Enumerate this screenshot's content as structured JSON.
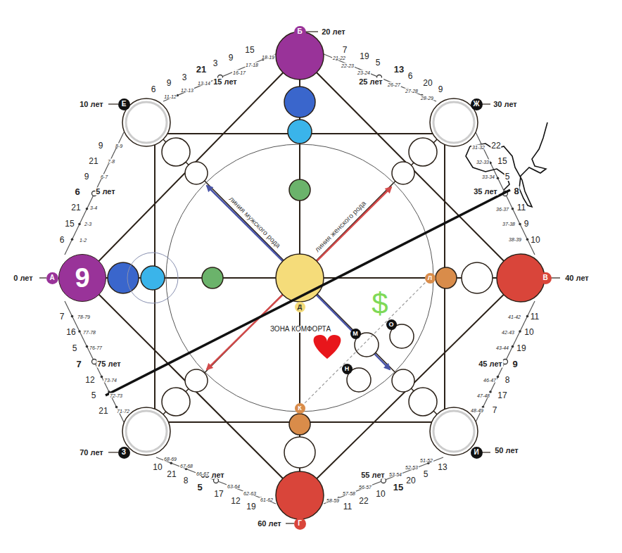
{
  "diagram": {
    "nodes": [
      {
        "text": [
          "Б"
        ]
      },
      {
        "text": [
          "Е"
        ]
      },
      {
        "text": [
          "Ж"
        ]
      },
      {
        "text": [
          "А"
        ]
      },
      {
        "text": [
          "9"
        ]
      },
      {
        "text": [
          "Л"
        ]
      },
      {
        "text": [
          "В"
        ]
      },
      {
        "text": [
          "Д"
        ]
      },
      {
        "text": [
          "О"
        ]
      },
      {
        "text": [
          "М"
        ]
      },
      {
        "text": [
          "Н"
        ]
      },
      {
        "text": [
          "К"
        ]
      },
      {
        "text": [
          "З"
        ]
      },
      {
        "text": [
          "И"
        ]
      },
      {
        "text": [
          "Г"
        ]
      }
    ],
    "edges": [
      {
        "from": 5,
        "to": 11,
        "arrow": "none"
      }
    ],
    "labels": [
      "6",
      "9",
      "3",
      "21",
      "3",
      "9",
      "15",
      "11-12",
      "12-13",
      "13-14",
      "15 лет",
      "16-17",
      "17-18",
      "18-19",
      "7",
      "19",
      "5",
      "13",
      "6",
      "20",
      "9",
      "21-22",
      "22-23",
      "23-24",
      "25 лет",
      "26-27",
      "27-28",
      "28-29",
      "22",
      "15",
      "5",
      "8",
      "35 лет",
      "11",
      "9",
      "10",
      "31-32",
      "32-33",
      "33-34",
      "36-37",
      "37-38",
      "38-39",
      "11",
      "10",
      "19",
      "9",
      "45 лет",
      "8",
      "17",
      "7",
      "41-42",
      "42-43",
      "43-44",
      "46-47",
      "47-48",
      "48-49",
      "13",
      "5",
      "20",
      "15",
      "55 лет",
      "10",
      "22",
      "11",
      "51-52",
      "52-53",
      "53-54",
      "56-57",
      "57-58",
      "58-59",
      "10",
      "21",
      "8",
      "5",
      "65 лет",
      "17",
      "12",
      "19",
      "68-69",
      "67-68",
      "66-67",
      "63-64",
      "62-63",
      "61-62",
      "7",
      "16",
      "5",
      "7",
      "75 лет",
      "12",
      "5",
      "21",
      "78-79",
      "77-78",
      "76-77",
      "73-74",
      "72-73",
      "71-72",
      "6",
      "15",
      "21",
      "6",
      "5 лет",
      "9",
      "21",
      "9",
      "1-2",
      "2-3",
      "3-4",
      "6-7",
      "7-8",
      "8-9",
      "0 лет",
      "10 лет",
      "20 лет",
      "30 лет",
      "40 лет",
      "50 лет",
      "60 лет",
      "70 лет",
      "линия мужского рода",
      "линия женского рода",
      "$",
      "ЗОНА КОМФОРТА"
    ]
  }
}
